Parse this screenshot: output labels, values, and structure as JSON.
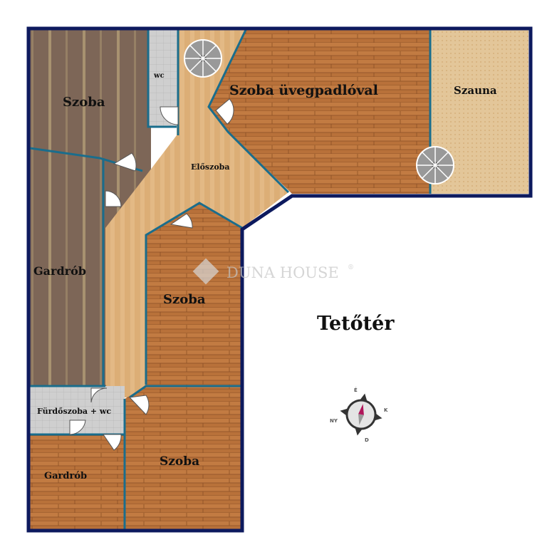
{
  "rooms": {
    "szoba_top_left": "Szoba",
    "wc": "wc",
    "eloszoba": "Előszoba",
    "szoba_uvegpadloval": "Szoba üvegpadlóval",
    "szauna": "Szauna",
    "gardrob_left": "Gardrób",
    "szoba_middle": "Szoba",
    "furdoszoba": "Fürdőszoba + wc",
    "gardrob_bottom": "Gardrób",
    "szoba_bottom": "Szoba",
    "teto": "Tetőtér"
  },
  "watermark": {
    "text": "DUNA HOUSE",
    "mark": "®"
  },
  "compass": {
    "north": "É",
    "east": "K",
    "south": "D",
    "west": "NY"
  },
  "colors": {
    "wall": "#0d1a5e",
    "wood": "#b8713a",
    "light_wood": "#ddb17a",
    "carpet": "#7d6657",
    "sauna": "#e2c49a",
    "tile": "#c9c9c9",
    "needle": "#b0165a"
  }
}
